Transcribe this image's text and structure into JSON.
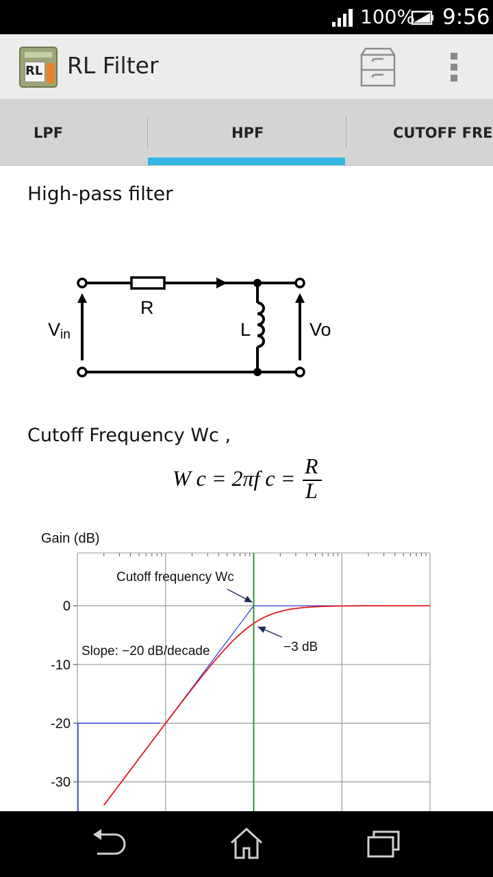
{
  "status_bar": {
    "battery": "100%",
    "time": "9:56",
    "icons": [
      "signal-icon",
      "battery-icon"
    ]
  },
  "action_bar": {
    "app_icon_text": "RL",
    "title": "RL Filter",
    "icons": [
      "file-cabinet-icon",
      "overflow-menu-icon"
    ]
  },
  "tabs": [
    {
      "label": "LPF",
      "selected": false
    },
    {
      "label": "HPF",
      "selected": true
    },
    {
      "label": "CUTOFF FREC",
      "selected": false
    }
  ],
  "content": {
    "heading": "High-pass filter",
    "circuit": {
      "resistor_label": "R",
      "inductor_label": "L",
      "input_label_main": "V",
      "input_label_sub": "in",
      "output_label": "Vo"
    },
    "cutoff_heading": "Cutoff Frequency Wc ,",
    "formula": {
      "lhs": "W c = 2πf c =",
      "numerator": "R",
      "denominator": "L"
    }
  },
  "chart_data": {
    "type": "line",
    "title": "",
    "ylabel": "Gain (dB)",
    "xlabel": "",
    "yticks": [
      "0",
      "-10",
      "-20",
      "-30"
    ],
    "ylim": [
      -35,
      9
    ],
    "x_log": true,
    "x_decades": [
      0.01,
      0.1,
      1,
      10,
      100
    ],
    "grid": true,
    "series": [
      {
        "color": "#e0181f",
        "x": [
          0.0316,
          0.1,
          0.2,
          0.3,
          0.5,
          0.7,
          1,
          1.5,
          2,
          3,
          5,
          10,
          30,
          100
        ],
        "y": [
          -30.0,
          -20.04,
          -14.15,
          -10.83,
          -6.99,
          -4.7,
          -3.01,
          -1.6,
          -0.97,
          -0.46,
          -0.17,
          -0.04,
          0,
          0
        ]
      },
      {
        "color": "#3344dd",
        "x": [
          0.1,
          1,
          100
        ],
        "y": [
          -20,
          0,
          0
        ]
      }
    ],
    "vline": {
      "x": 1,
      "color": "#1a8a1a"
    },
    "annotations": [
      {
        "text": "Cutoff frequency Wc"
      },
      {
        "text": "−3 dB"
      },
      {
        "text": "Slope: −20 dB/decade"
      }
    ]
  },
  "nav_bar": {
    "icons": [
      "back-icon",
      "home-icon",
      "recent-apps-icon"
    ]
  }
}
